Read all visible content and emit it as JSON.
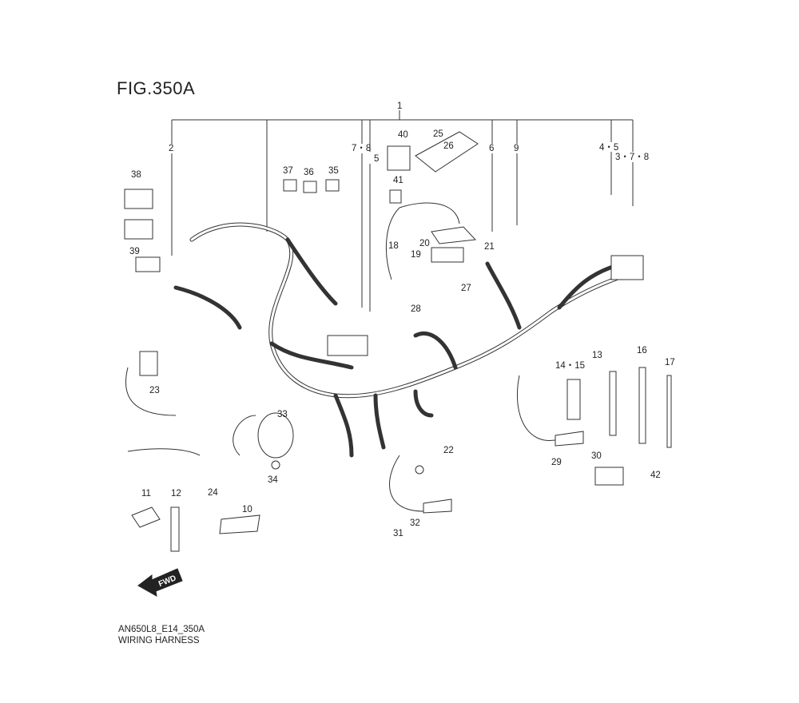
{
  "figure_title": "FIG.350A",
  "footer": {
    "code": "AN650L8_E14_350A",
    "name": "WIRING HARNESS"
  },
  "fwd_label": "FWD",
  "callouts": {
    "c1": "1",
    "c2": "2",
    "c78a": "7・8",
    "c5": "5",
    "c40": "40",
    "c25": "25",
    "c26": "26",
    "c6": "6",
    "c9": "9",
    "c45": "4・5",
    "c378": "3・7・8",
    "c38": "38",
    "c37": "37",
    "c36": "36",
    "c35": "35",
    "c41": "41",
    "c39": "39",
    "c18": "18",
    "c20": "20",
    "c21": "21",
    "c19": "19",
    "c27": "27",
    "c28": "28",
    "c1415": "14・15",
    "c13": "13",
    "c16": "16",
    "c17": "17",
    "c23": "23",
    "c33": "33",
    "c22": "22",
    "c30": "30",
    "c29": "29",
    "c42": "42",
    "c34": "34",
    "c24": "24",
    "c11": "11",
    "c12": "12",
    "c10": "10",
    "c32": "32",
    "c31": "31"
  }
}
